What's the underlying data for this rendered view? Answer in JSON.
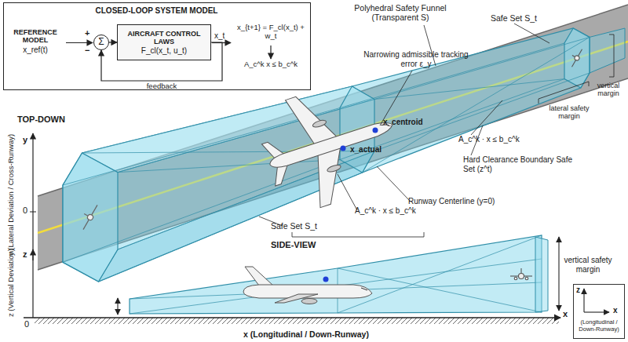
{
  "diagram": {
    "nodes": [
      {
        "text": [
          "CLOSED-LOOP SYSTEM MODEL"
        ]
      },
      {
        "text": [
          "Σ"
        ],
        "in": 0
      },
      {
        "text": [
          "AIRCRAFT CONTROL LAWS",
          "F_cl(x_t, u_t)"
        ],
        "in": 0
      },
      {
        "text": [
          "z",
          "x",
          "(Longitudinal / Down-Runway)"
        ]
      }
    ],
    "edges": [
      {
        "from": 1,
        "to": 2,
        "arrow": "to"
      },
      {
        "from": 2,
        "to": 1,
        "label": "feedback",
        "arrow": "to"
      }
    ],
    "labels": [
      "REFERENCE MODEL",
      "x_ref(t)",
      "+",
      "−",
      "x_t",
      "x_{t+1} = F_cl(x_t) + w_t",
      "A_c^k x ≤ b_c^k",
      "Polyhedral Safety Funnel (Transparent S)",
      "Safe Set S_t",
      "Narrowing admissible tracking error ε_y",
      "vertical margin",
      "x_centroid",
      "x_actual",
      "lateral safety margin",
      "A_c^k · x ≤ b_c^k",
      "Hard Clearance Boundary Safe Set (z^t)",
      "TOP-DOWN",
      "y (Lateral Deviation / Cross-Runway)",
      "y",
      "0",
      "Runway Centerline (y=0)",
      "A_c^k · x ≤ b_c^k",
      "Safe Set S_t",
      "SIDE-VIEW",
      "z (Vertical Deviation)",
      "z",
      "0",
      "vertical safety margin",
      "x (Longitudinal / Down-Runway)",
      "x"
    ]
  }
}
